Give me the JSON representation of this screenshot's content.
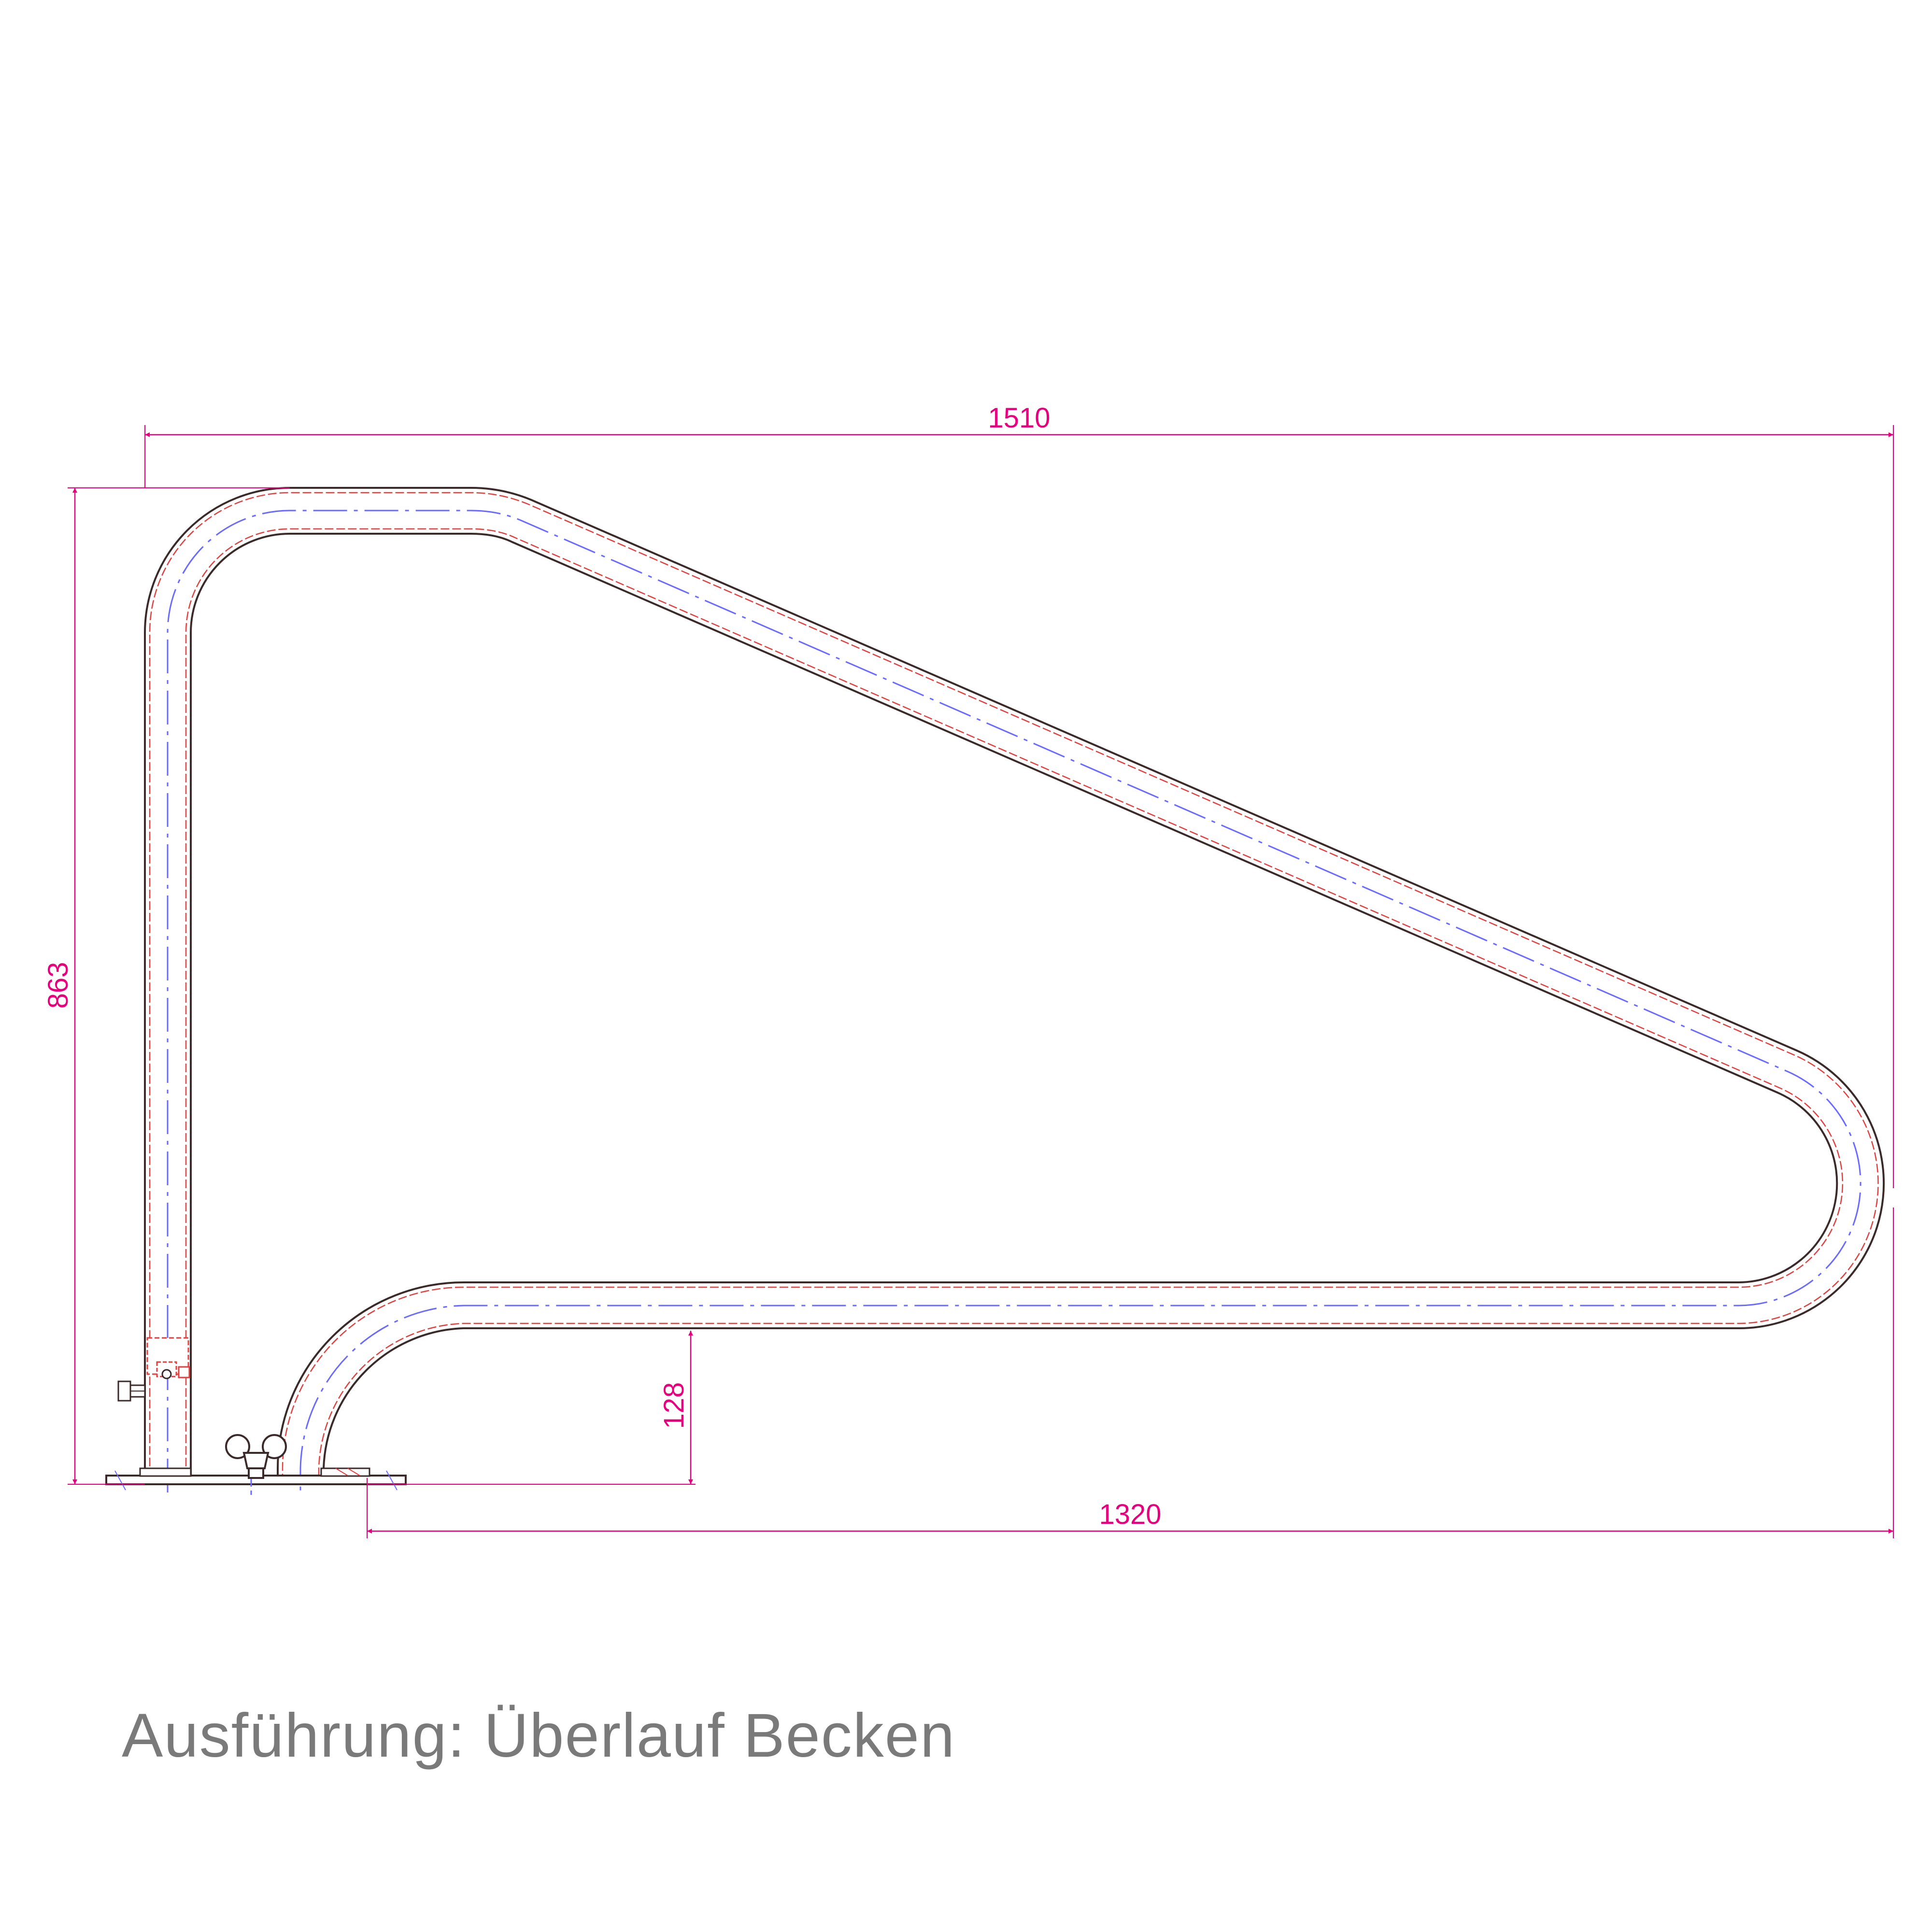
{
  "dimensions": {
    "overall_width": "1510",
    "overall_height": "863",
    "lower_rail_height": "128",
    "lower_rail_length": "1320"
  },
  "caption": "Ausführung: Überlauf Becken",
  "colors": {
    "dimension": "#e6007e",
    "outline": "#3a2a2a",
    "inner_outline": "#e04040",
    "centerline": "#6a6aff",
    "caption": "#7a7a7a"
  }
}
